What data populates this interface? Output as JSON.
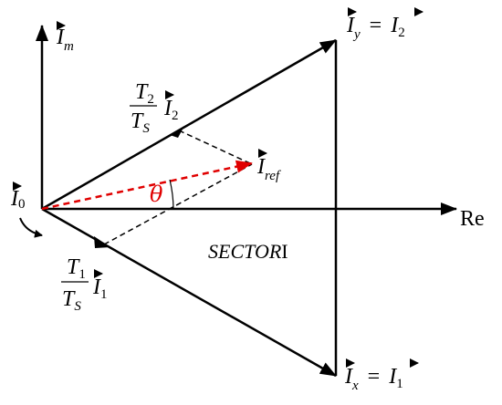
{
  "colors": {
    "stroke": "#000000",
    "reference": "#e00000"
  },
  "labels": {
    "imag_axis": {
      "base": "I",
      "sub": "m"
    },
    "real_axis": "Re",
    "zero_vector": {
      "base": "I",
      "sub": "0"
    },
    "i_y": {
      "base": "I",
      "sub": "y",
      "eq": "=",
      "rbase": "I",
      "rsub": "2"
    },
    "i_x": {
      "base": "I",
      "sub": "x",
      "eq": "=",
      "rbase": "I",
      "rsub": "1"
    },
    "t2_fraction": {
      "num": "T",
      "num_sub": "2",
      "den": "T",
      "den_sub": "S",
      "vec": "I",
      "vec_sub": "2"
    },
    "t1_fraction": {
      "num": "T",
      "num_sub": "1",
      "den": "T",
      "den_sub": "S",
      "vec": "I",
      "vec_sub": "1"
    },
    "i_ref": {
      "base": "I",
      "sub": "ref"
    },
    "theta": "θ",
    "sector": {
      "word": "SECTOR",
      "numeral": "I"
    }
  }
}
